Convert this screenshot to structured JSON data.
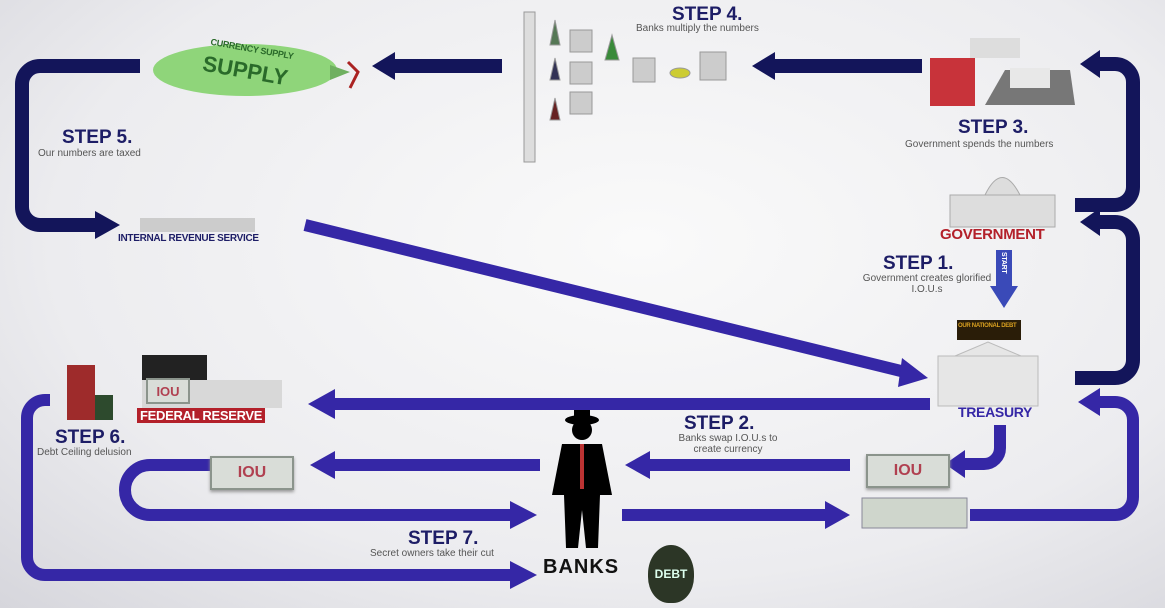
{
  "steps": [
    {
      "title": "STEP 1.",
      "text": "Government creates glorified I.O.U.s"
    },
    {
      "title": "STEP 2.",
      "text": "Banks swap I.O.U.s to create currency"
    },
    {
      "title": "STEP 3.",
      "text": "Government spends the numbers"
    },
    {
      "title": "STEP 4.",
      "text": "Banks multiply the numbers"
    },
    {
      "title": "STEP 5.",
      "text": "Our numbers are taxed"
    },
    {
      "title": "STEP 6.",
      "text": "Debt Ceiling delusion"
    },
    {
      "title": "STEP 7.",
      "text": "Secret owners take their cut"
    }
  ],
  "labels": {
    "government": "GOVERNMENT",
    "treasury": "TREASURY",
    "federal_reserve": "FEDERAL RESERVE",
    "irs": "INTERNAL REVENUE SERVICE",
    "banks": "BANKS",
    "currency_supply": "CURRENCY SUPPLY",
    "start": "START",
    "iou": "IOU",
    "debt_badge": "DEBT",
    "national_debt": "OUR NATIONAL DEBT"
  },
  "colors": {
    "navy_arrow": "#13155a",
    "purple_arrow": "#3527a6",
    "step_text": "#1d1d66",
    "government_red": "#b3202a"
  }
}
